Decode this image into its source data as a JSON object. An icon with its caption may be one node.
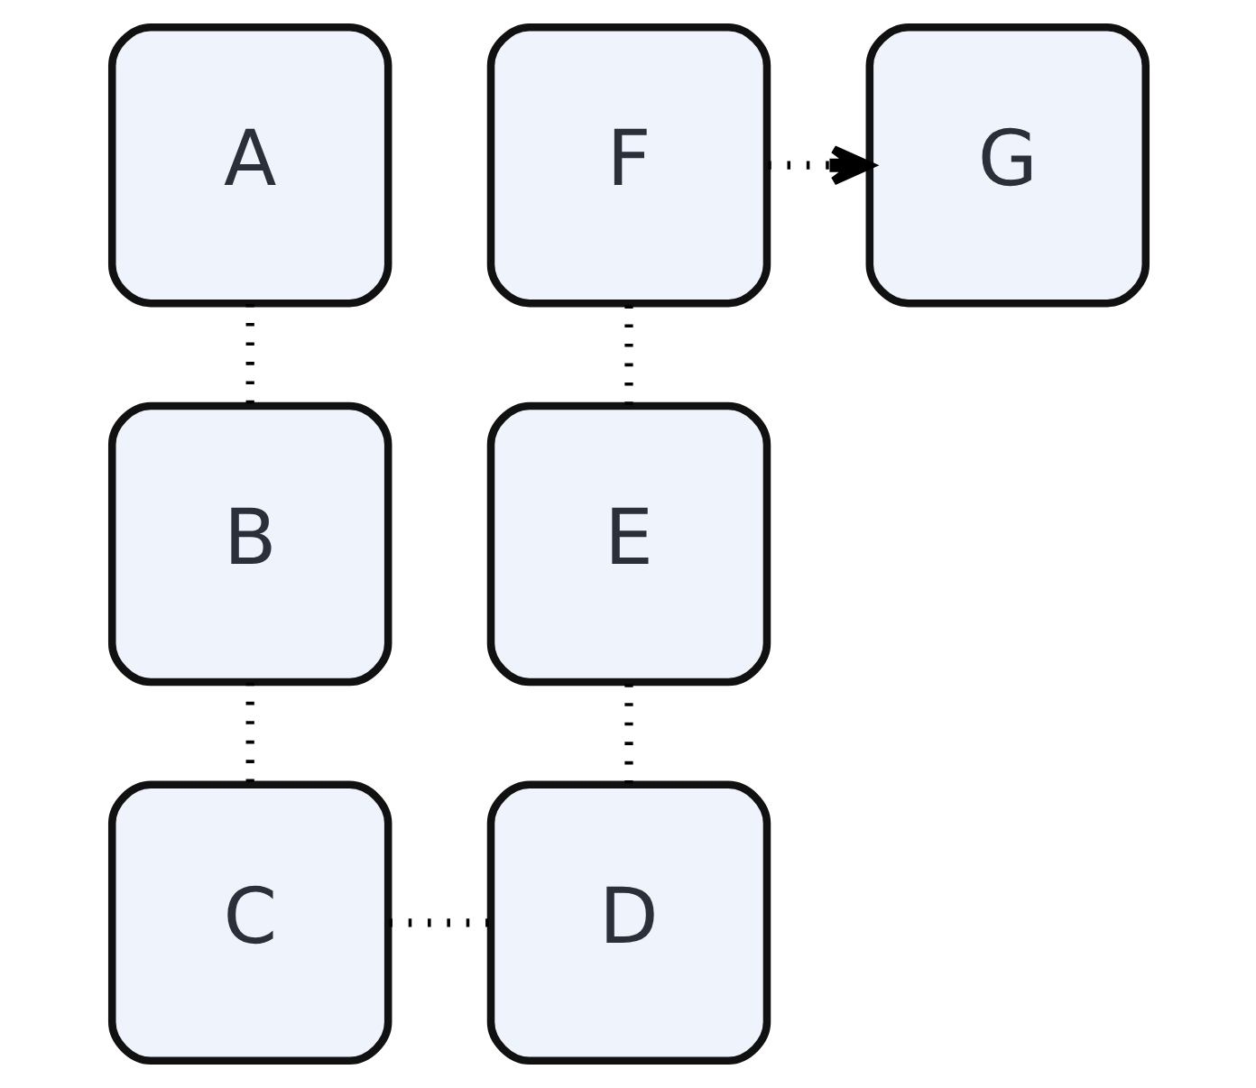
{
  "diagram": {
    "nodes": [
      {
        "text": [
          "A"
        ]
      },
      {
        "text": [
          "F"
        ]
      },
      {
        "text": [
          "G"
        ]
      },
      {
        "text": [
          "B"
        ]
      },
      {
        "text": [
          "E"
        ]
      },
      {
        "text": [
          "C"
        ]
      },
      {
        "text": [
          "D"
        ]
      }
    ],
    "edges": [
      {
        "from": 0,
        "to": 3,
        "arrow": "none"
      },
      {
        "from": 3,
        "to": 5,
        "arrow": "none"
      },
      {
        "from": 5,
        "to": 6,
        "arrow": "none"
      },
      {
        "from": 6,
        "to": 4,
        "arrow": "none"
      },
      {
        "from": 4,
        "to": 1,
        "arrow": "none"
      },
      {
        "from": 1,
        "to": 2,
        "arrow": "to"
      }
    ]
  }
}
